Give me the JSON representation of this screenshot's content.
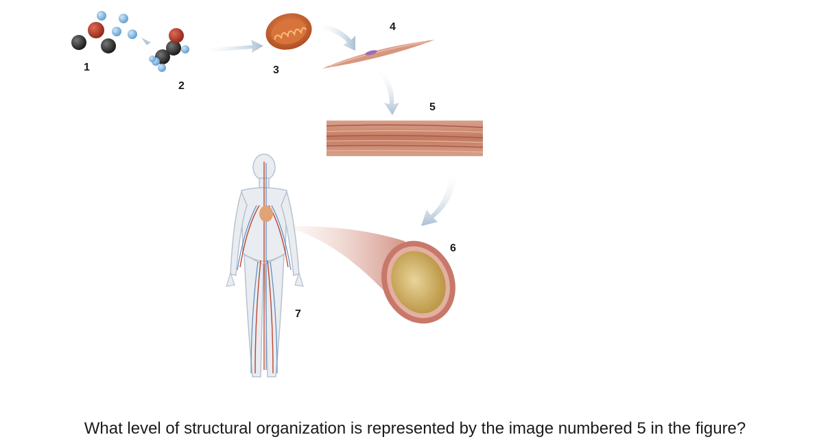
{
  "figure": {
    "labels": {
      "n1": "1",
      "n2": "2",
      "n3": "3",
      "n4": "4",
      "n5": "5",
      "n6": "6",
      "n7": "7"
    },
    "stages": [
      {
        "number": "1",
        "icon": "atoms-icon"
      },
      {
        "number": "2",
        "icon": "molecule-icon"
      },
      {
        "number": "3",
        "icon": "mitochondrion-icon"
      },
      {
        "number": "4",
        "icon": "smooth-muscle-cell-icon"
      },
      {
        "number": "5",
        "icon": "muscle-tissue-icon"
      },
      {
        "number": "6",
        "icon": "blood-vessel-icon"
      },
      {
        "number": "7",
        "icon": "human-cardiovascular-system-icon"
      }
    ],
    "colors": {
      "atom_black": "#2a2a2a",
      "atom_red": "#b33a2a",
      "atom_blue": "#7fb8e6",
      "arrow": "#b7c9d8",
      "tissue": "#c98a72",
      "vessel_wall": "#c97f72",
      "vessel_lumen": "#d9be6e"
    }
  },
  "question": "What level of structural organization is represented by the image numbered 5 in the figure?"
}
